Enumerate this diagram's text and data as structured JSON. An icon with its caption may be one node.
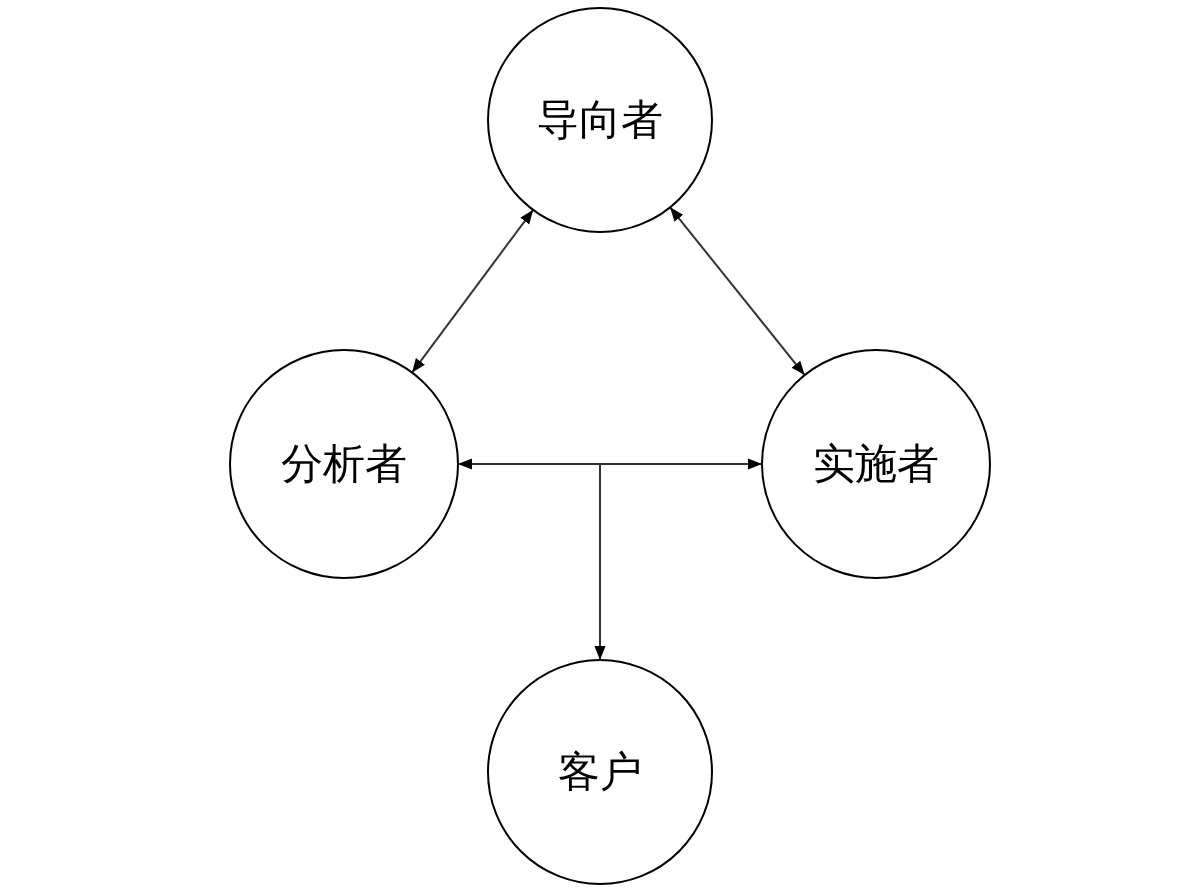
{
  "diagram": {
    "nodes": [
      {
        "text": [
          "导向者"
        ]
      },
      {
        "text": [
          "分析者"
        ]
      },
      {
        "text": [
          "实施者"
        ]
      },
      {
        "text": [
          "客户"
        ]
      }
    ],
    "edges": [
      {
        "from": 0,
        "to": 1,
        "arrow": "both"
      },
      {
        "from": 0,
        "to": 2,
        "arrow": "both"
      },
      {
        "from": 1,
        "to": 2,
        "arrow": "both"
      },
      {
        "from": null,
        "to": 3,
        "arrow": "to"
      }
    ]
  }
}
